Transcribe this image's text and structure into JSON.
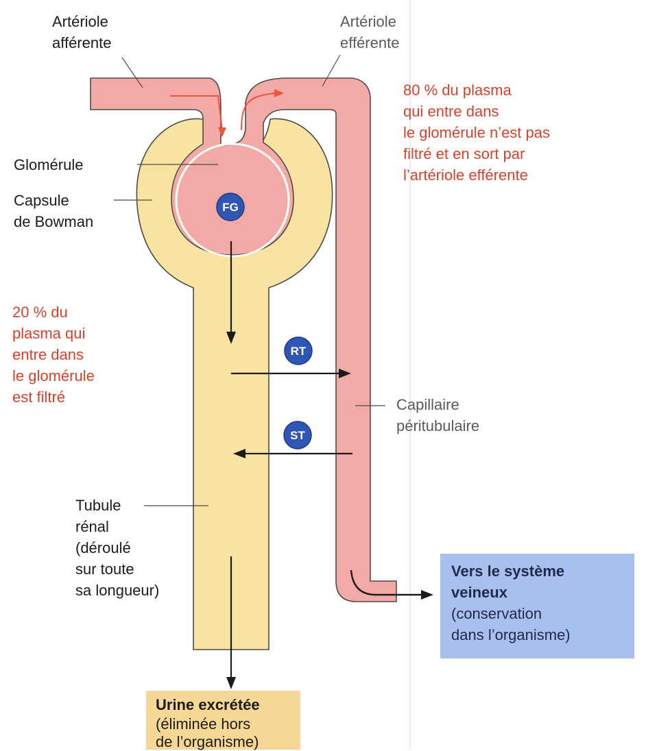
{
  "labels": {
    "arteriole_afferente": "Artériole\nafférente",
    "arteriole_efferente": "Artériole\nefférente",
    "glomerule": "Glomérule",
    "capsule": "Capsule\nde Bowman",
    "capillaire": "Capillaire\npéritubulaire",
    "tubule": "Tubule\nrénal\n(déroulé\nsur toute\nsa longueur)"
  },
  "notes": {
    "plasma_80": "80 % du plasma\nqui entre dans\nle glomérule n’est pas\nfiltré et en sort par\nl’artériole efférente",
    "plasma_20": "20 % du\nplasma qui\nentre dans\nle glomérule\nest filtré"
  },
  "badges": {
    "fg": "FG",
    "rt": "RT",
    "st": "ST"
  },
  "urine_box": {
    "title": "Urine excrétée",
    "subtitle": "(éliminée hors\nde l’organisme)"
  },
  "vein_box": {
    "title": "Vers le système\nveineux",
    "subtitle": "(conservation\ndans l’organisme)"
  },
  "colors": {
    "vessel": "#f3a9a6",
    "tubule": "#f8e3a0",
    "badge": "#2f55b5",
    "note_red": "#d8412c",
    "urine_box": "#f6d795",
    "vein_box": "#a9bff0"
  }
}
